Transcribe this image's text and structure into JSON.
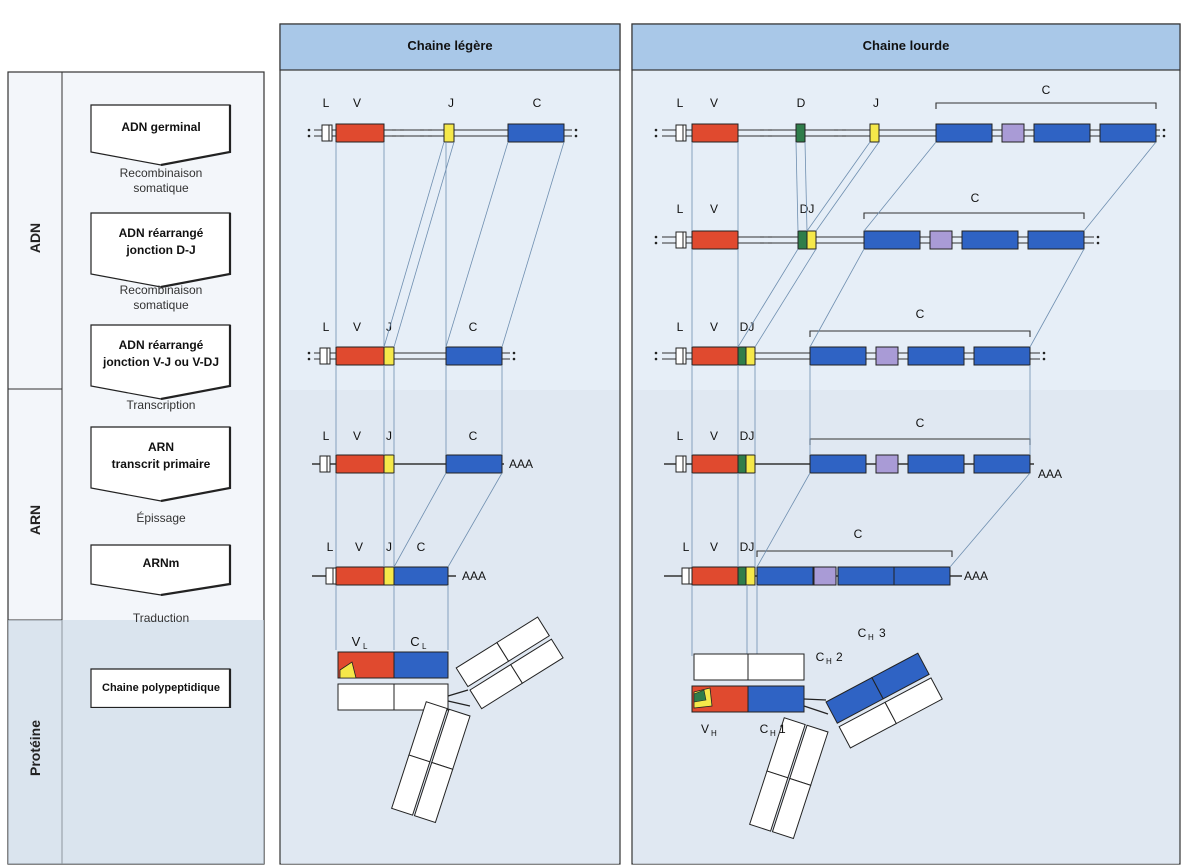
{
  "colors": {
    "V": "#e04a2f",
    "J": "#f5e84a",
    "D": "#2f7d4a",
    "C": "#2f63c4",
    "C_alt": "#a99bd6",
    "panel_header": "#a9c8e8",
    "panel_bg": "#e6eef7"
  },
  "panels": {
    "light_title": "Chaine légère",
    "heavy_title": "Chaine lourde"
  },
  "sides": {
    "dna": "ADN",
    "rna": "ARN",
    "protein": "Protéine"
  },
  "steps": [
    {
      "label": "ADN germinal"
    },
    {
      "label": "ADN réarrangé jonction D-J"
    },
    {
      "label": "ADN réarrangé jonction V-J ou V-DJ"
    },
    {
      "label": "ARN transcrit primaire"
    },
    {
      "label": "ARNm"
    },
    {
      "label": "Chaine polypeptidique"
    }
  ],
  "step_lines": [
    [
      "ADN germinal"
    ],
    [
      "ADN réarrangé",
      "jonction D-J"
    ],
    [
      "ADN réarrangé",
      "jonction V-J ou V-DJ"
    ],
    [
      "ARN",
      "transcrit primaire"
    ],
    [
      "ARNm"
    ],
    [
      "Chaine polypeptidique"
    ]
  ],
  "transitions": [
    [
      "Recombinaison",
      "somatique"
    ],
    [
      "Recombinaison",
      "somatique"
    ],
    [
      "Transcription"
    ],
    [
      "Épissage"
    ],
    [
      "Traduction"
    ]
  ],
  "segment_labels": {
    "L": "L",
    "V": "V",
    "D": "D",
    "J": "J",
    "C": "C",
    "DJ": "DJ",
    "polyA": "AAA"
  },
  "protein_labels": {
    "VL": "V",
    "VL_sub": "L",
    "CL": "C",
    "CL_sub": "L",
    "VH": "V",
    "VH_sub": "H",
    "CH1": "C",
    "CH1_sub": "H",
    "CH1_num": "1",
    "CH2": "C",
    "CH2_sub": "H",
    "CH2_num": "2",
    "CH3": "C",
    "CH3_sub": "H",
    "CH3_num": "3"
  }
}
